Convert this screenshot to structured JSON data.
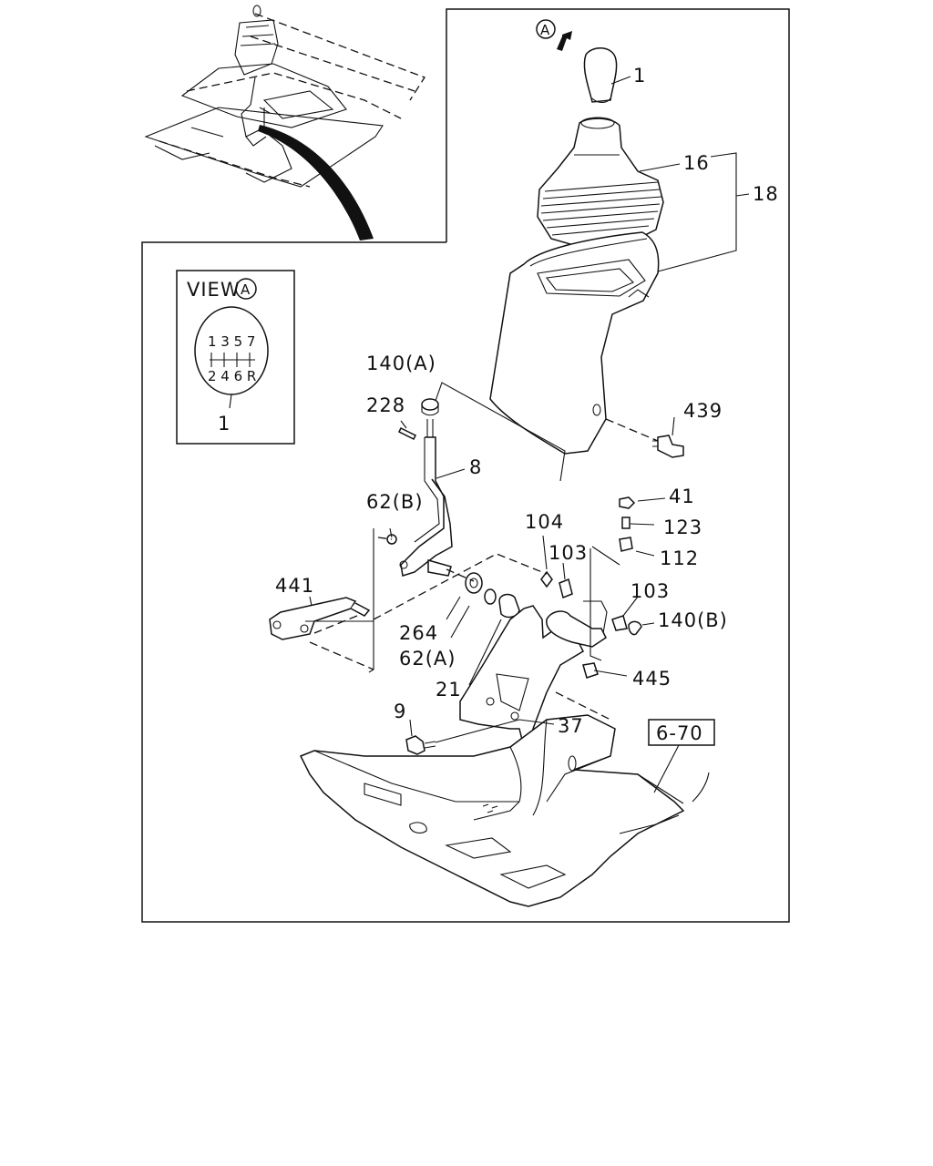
{
  "view_marker": "A",
  "view_box": {
    "title": "VIEW",
    "marker": "A",
    "top_row": "1 3 5 7",
    "bottom_row": "2 4 6 R",
    "callout": "1"
  },
  "callouts": {
    "c1": "1",
    "c16": "16",
    "c18": "18",
    "c140a": "140(A)",
    "c228": "228",
    "c439": "439",
    "c8": "8",
    "c62b": "62(B)",
    "c41": "41",
    "c104": "104",
    "c123": "123",
    "c103a": "103",
    "c112": "112",
    "c441": "441",
    "c103b": "103",
    "c264": "264",
    "c140b": "140(B)",
    "c62a": "62(A)",
    "c445": "445",
    "c21": "21",
    "c9": "9",
    "c37": "37",
    "c670": "6-70"
  }
}
